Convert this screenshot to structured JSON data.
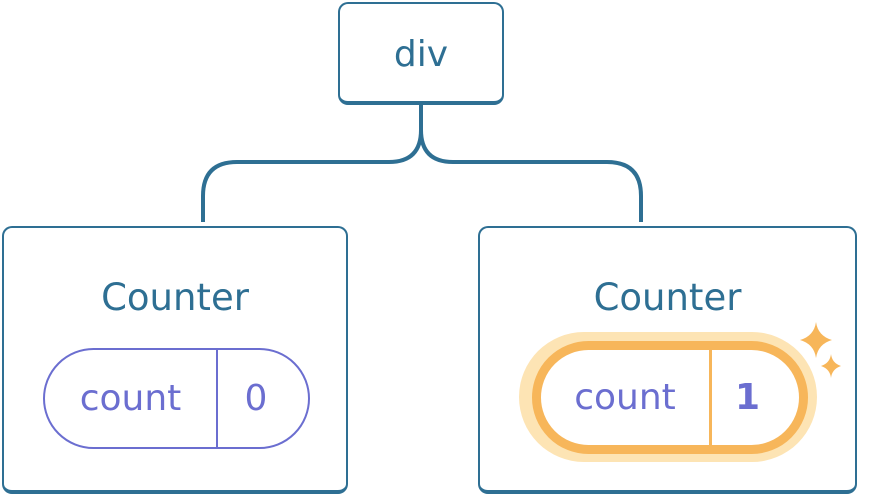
{
  "root": {
    "label": "div"
  },
  "children": [
    {
      "label": "Counter",
      "state": {
        "key": "count",
        "value": "0"
      },
      "highlighted": false
    },
    {
      "label": "Counter",
      "state": {
        "key": "count",
        "value": "1"
      },
      "highlighted": true
    }
  ],
  "colors": {
    "node_border": "#2e6f93",
    "state_text": "#6b6ed0",
    "highlight": "#f7b65a",
    "highlight_glow": "#fde4b4"
  },
  "icons": {
    "highlight_marker": "sparkle-icon"
  }
}
